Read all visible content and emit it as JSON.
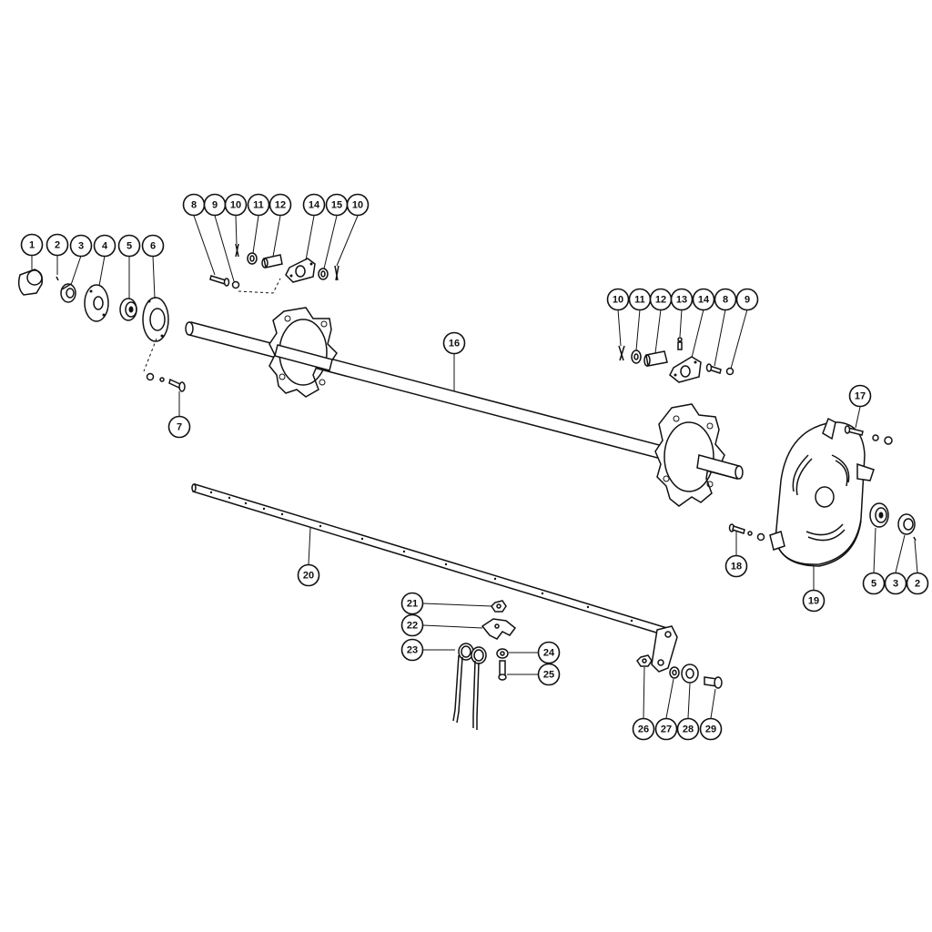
{
  "callouts": [
    {
      "id": "c1",
      "label": "1"
    },
    {
      "id": "c2a",
      "label": "2"
    },
    {
      "id": "c3a",
      "label": "3"
    },
    {
      "id": "c4",
      "label": "4"
    },
    {
      "id": "c5a",
      "label": "5"
    },
    {
      "id": "c6",
      "label": "6"
    },
    {
      "id": "c7",
      "label": "7"
    },
    {
      "id": "c8a",
      "label": "8"
    },
    {
      "id": "c9a",
      "label": "9"
    },
    {
      "id": "c10a",
      "label": "10"
    },
    {
      "id": "c11a",
      "label": "11"
    },
    {
      "id": "c12a",
      "label": "12"
    },
    {
      "id": "c14a",
      "label": "14"
    },
    {
      "id": "c15",
      "label": "15"
    },
    {
      "id": "c10b",
      "label": "10"
    },
    {
      "id": "c10c",
      "label": "10"
    },
    {
      "id": "c11b",
      "label": "11"
    },
    {
      "id": "c12b",
      "label": "12"
    },
    {
      "id": "c13",
      "label": "13"
    },
    {
      "id": "c14b",
      "label": "14"
    },
    {
      "id": "c8b",
      "label": "8"
    },
    {
      "id": "c9b",
      "label": "9"
    },
    {
      "id": "c16",
      "label": "16"
    },
    {
      "id": "c17",
      "label": "17"
    },
    {
      "id": "c18",
      "label": "18"
    },
    {
      "id": "c19",
      "label": "19"
    },
    {
      "id": "c5b",
      "label": "5"
    },
    {
      "id": "c3b",
      "label": "3"
    },
    {
      "id": "c2b",
      "label": "2"
    },
    {
      "id": "c20",
      "label": "20"
    },
    {
      "id": "c21",
      "label": "21"
    },
    {
      "id": "c22",
      "label": "22"
    },
    {
      "id": "c23",
      "label": "23"
    },
    {
      "id": "c24",
      "label": "24"
    },
    {
      "id": "c25",
      "label": "25"
    },
    {
      "id": "c26",
      "label": "26"
    },
    {
      "id": "c27",
      "label": "27"
    },
    {
      "id": "c28",
      "label": "28"
    },
    {
      "id": "c29",
      "label": "29"
    }
  ]
}
